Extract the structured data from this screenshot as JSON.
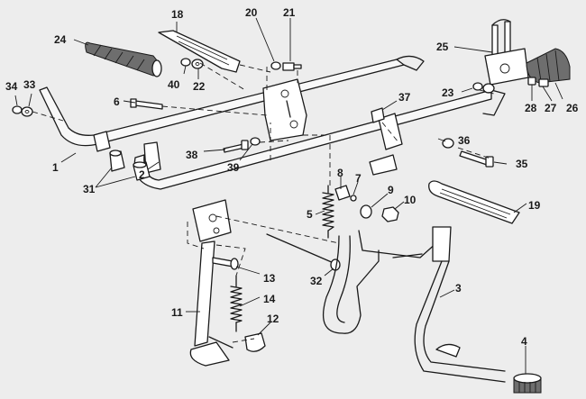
{
  "diagram": {
    "labels": {
      "p1": "1",
      "p2": "2",
      "p3": "3",
      "p4": "4",
      "p5": "5",
      "p6": "6",
      "p7": "7",
      "p8": "8",
      "p9": "9",
      "p10": "10",
      "p11": "11",
      "p12": "12",
      "p13": "13",
      "p14": "14",
      "p18": "18",
      "p19": "19",
      "p20": "20",
      "p21": "21",
      "p22": "22",
      "p23": "23",
      "p24": "24",
      "p25": "25",
      "p26": "26",
      "p27": "27",
      "p28": "28",
      "p31": "31",
      "p32": "32",
      "p33": "33",
      "p34": "34",
      "p35": "35",
      "p36": "36",
      "p37": "37",
      "p38": "38",
      "p39": "39",
      "p40": "40"
    }
  }
}
